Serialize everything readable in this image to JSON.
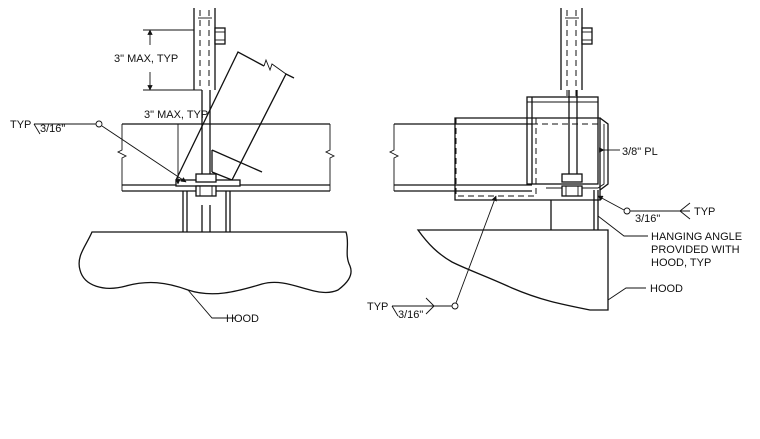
{
  "left_view": {
    "dim_upper": "3\" MAX, TYP",
    "dim_lower": "3\" MAX, TYP",
    "weld_typ": "TYP",
    "weld_size": "3/16\"",
    "hood_label": "HOOD"
  },
  "right_view": {
    "plate_label": "3/8\" PL",
    "weld_right_typ": "TYP",
    "weld_right_size": "3/16\"",
    "angle_label_1": "HANGING ANGLE",
    "angle_label_2": "PROVIDED WITH",
    "angle_label_3": "HOOD, TYP",
    "hood_label": "HOOD",
    "weld_bottom_typ": "TYP",
    "weld_bottom_size": "3/16\""
  }
}
